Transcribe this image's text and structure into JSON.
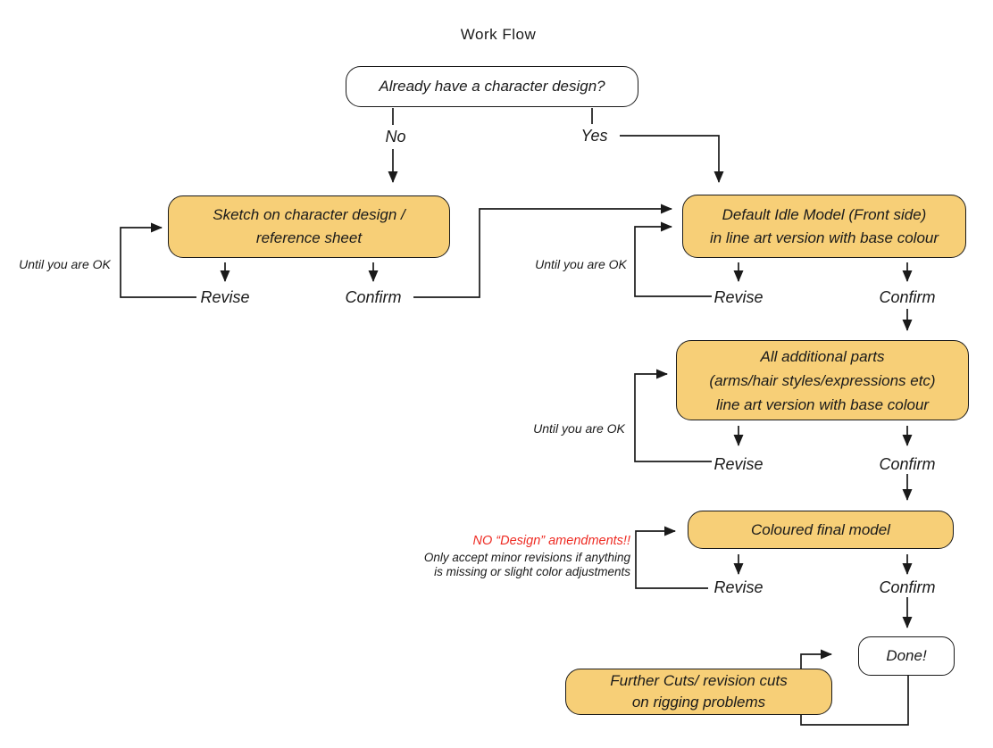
{
  "title": "Work Flow",
  "colors": {
    "bg": "#ffffff",
    "text": "#1a1a1a",
    "line": "#1a1a1a",
    "node_border": "#1a1a1a",
    "node_fill": "#f7cf77",
    "warning_red": "#ee2b23"
  },
  "nodes": {
    "question": "Already have a character design?",
    "sketch": "Sketch on character design /\nreference sheet",
    "default_idle": "Default Idle Model (Front side)\nin line art version with base colour",
    "additional_parts": "All additional parts\n(arms/hair styles/expressions etc)\nline art version with base colour",
    "coloured_final": "Coloured final model",
    "done": "Done!",
    "further_cuts": "Further Cuts/ revision cuts\non rigging problems"
  },
  "labels": {
    "no": "No",
    "yes": "Yes",
    "revise": "Revise",
    "confirm": "Confirm",
    "until_ok": "Until you are OK",
    "warning": "NO “Design” amendments!!",
    "warning_note": "Only accept minor revisions if anything\nis missing or slight color adjustments"
  }
}
